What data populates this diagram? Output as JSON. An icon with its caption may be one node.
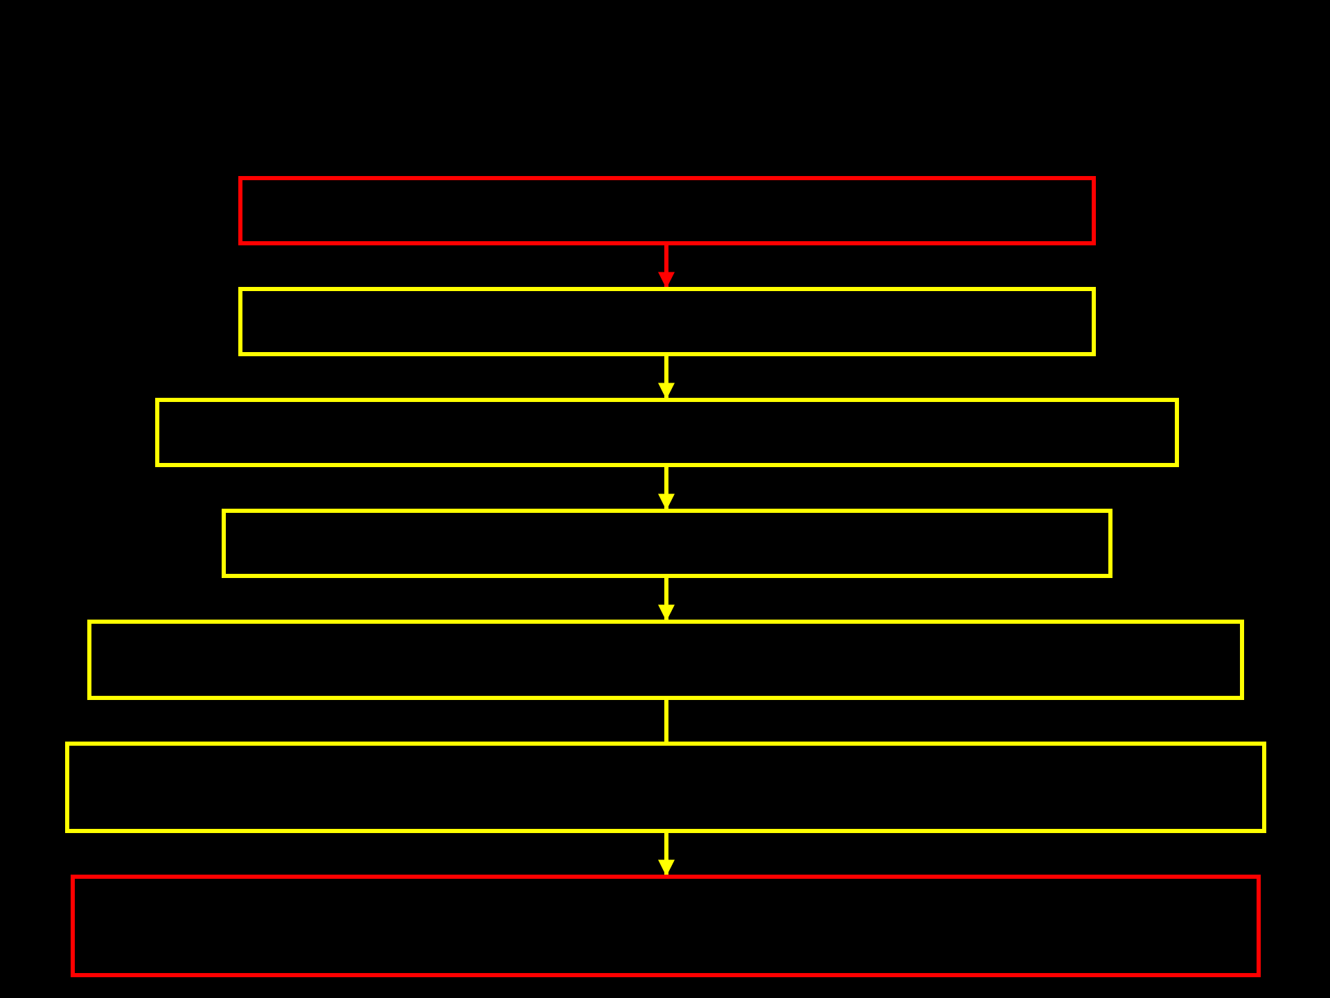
{
  "diagram": {
    "nodes": [
      {
        "text": [],
        "shape": "box"
      },
      {
        "text": [],
        "shape": "box"
      },
      {
        "text": [],
        "shape": "box"
      },
      {
        "text": [],
        "shape": "box"
      },
      {
        "text": [],
        "shape": "box"
      },
      {
        "text": [],
        "shape": "box"
      },
      {
        "text": [],
        "shape": "box"
      }
    ],
    "edges": [
      {
        "from": 0,
        "to": 1,
        "arrow": "to",
        "color": "#ff0000"
      },
      {
        "from": 1,
        "to": 2,
        "arrow": "to"
      },
      {
        "from": 2,
        "to": 3,
        "arrow": "to"
      },
      {
        "from": 3,
        "to": 4,
        "arrow": "to"
      },
      {
        "from": 4,
        "to": 5,
        "arrow": "none"
      },
      {
        "from": 5,
        "to": 6,
        "arrow": "to"
      }
    ]
  }
}
